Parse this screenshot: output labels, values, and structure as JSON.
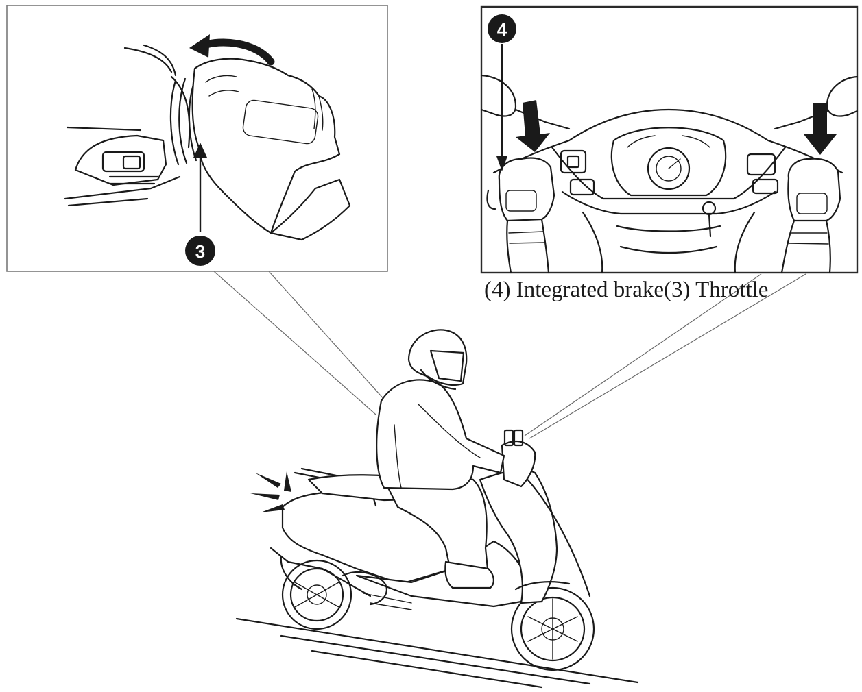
{
  "left_panel": {
    "badge": "3"
  },
  "right_panel": {
    "badge": "4"
  },
  "caption": "(4) Integrated brake(3) Throttle",
  "icons": [
    "curved-arrow-icon",
    "down-arrow-icon",
    "motion-burst-icon"
  ]
}
